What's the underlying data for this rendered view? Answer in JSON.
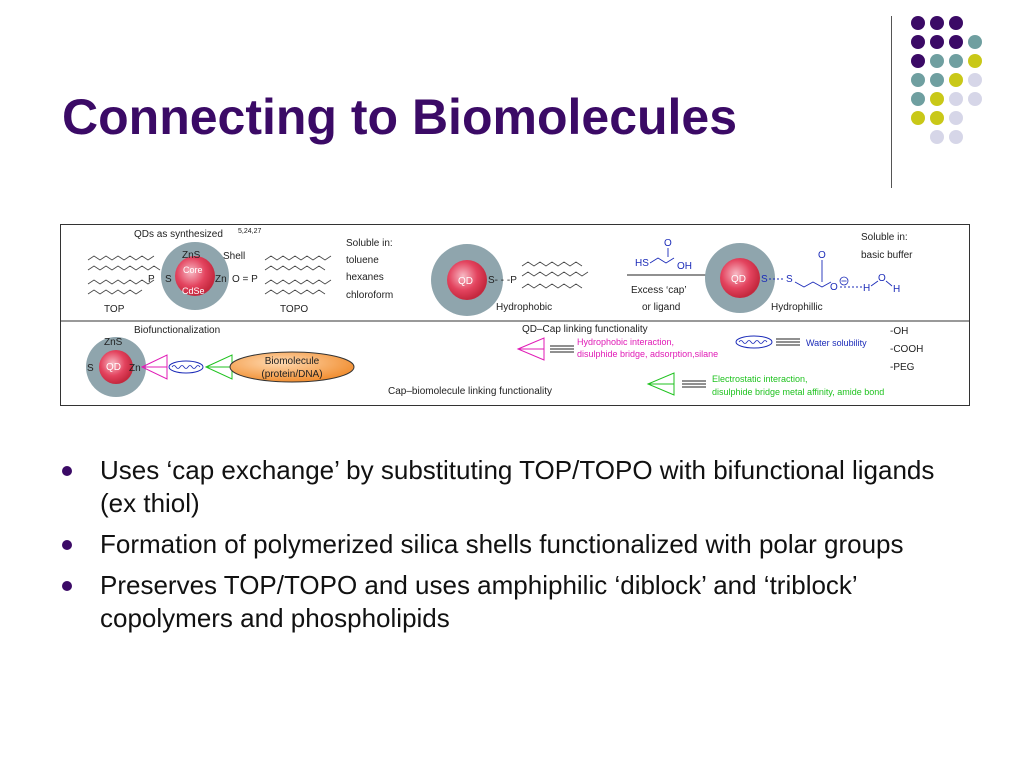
{
  "slide": {
    "title": "Connecting to Biomolecules"
  },
  "decor": {
    "dot_colors": {
      "purple": "#3b0a66",
      "teal": "#6f9fa0",
      "yellow": "#c9c818",
      "lavender": "#d6d6e8"
    },
    "dot_grid": [
      [
        "purple",
        "purple",
        "purple",
        null
      ],
      [
        "purple",
        "purple",
        "purple",
        "teal"
      ],
      [
        "purple",
        "teal",
        "teal",
        "yellow"
      ],
      [
        "teal",
        "teal",
        "yellow",
        "lavender"
      ],
      [
        "teal",
        "yellow",
        "lavender",
        "lavender"
      ],
      [
        "yellow",
        "yellow",
        "lavender",
        null
      ],
      [
        null,
        "lavender",
        "lavender",
        null
      ]
    ]
  },
  "figure": {
    "top_left": {
      "heading": "QDs as synthesized",
      "heading_sup": "5,24,27",
      "zns": "ZnS",
      "shell": "Shell",
      "core": "Core",
      "cdse": "CdSe",
      "s": "S",
      "zn": "Zn",
      "p": "P",
      "o_eq_p": "O = P",
      "top": "TOP",
      "topo": "TOPO"
    },
    "soluble_in_1": [
      "Soluble in:",
      "toluene",
      "hexanes",
      "chloroform"
    ],
    "mid": {
      "qd": "QD",
      "link": "S- - -P",
      "hydrophobic": "Hydrophobic"
    },
    "exchange": {
      "hs": "HS",
      "o": "O",
      "oh": "OH",
      "excess_line1": "Excess ‘cap’",
      "excess_line2": "or ligand"
    },
    "right": {
      "qd": "QD",
      "s_link": "S",
      "s2": "S",
      "o_top": "O",
      "o_minus": "O",
      "h1": "H",
      "o_h2o": "O",
      "h2": "H",
      "hydrophilic": "Hydrophillic",
      "soluble_in_2": [
        "Soluble in:",
        "basic buffer"
      ]
    },
    "bottom_left": {
      "heading": "Biofunctionalization",
      "zns": "ZnS",
      "qd": "QD",
      "s": "S",
      "zn": "Zn",
      "biomolecule_line1": "Biomolecule",
      "biomolecule_line2": "(protein/DNA)",
      "cap_biomolecule": "Cap–biomolecule linking functionality"
    },
    "bottom_right": {
      "qd_cap": "QD–Cap linking functionality",
      "hydrophobic_line1": "Hydrophobic interaction,",
      "hydrophobic_line2": "disulphide bridge, adsorption,silane",
      "water": "Water solubility",
      "groups": [
        "-OH",
        "-COOH",
        "-PEG"
      ],
      "electrostatic_line1": "Electrostatic interaction,",
      "electrostatic_line2": "disulphide bridge metal affinity, amide bond"
    }
  },
  "bullets": [
    "Uses ‘cap exchange’ by substituting TOP/TOPO with bifunctional ligands (ex thiol)",
    "Formation of polymerized silica shells functionalized with polar groups",
    "Preserves TOP/TOPO and uses amphiphilic ‘diblock’ and ‘triblock’ copolymers and phospholipids"
  ]
}
